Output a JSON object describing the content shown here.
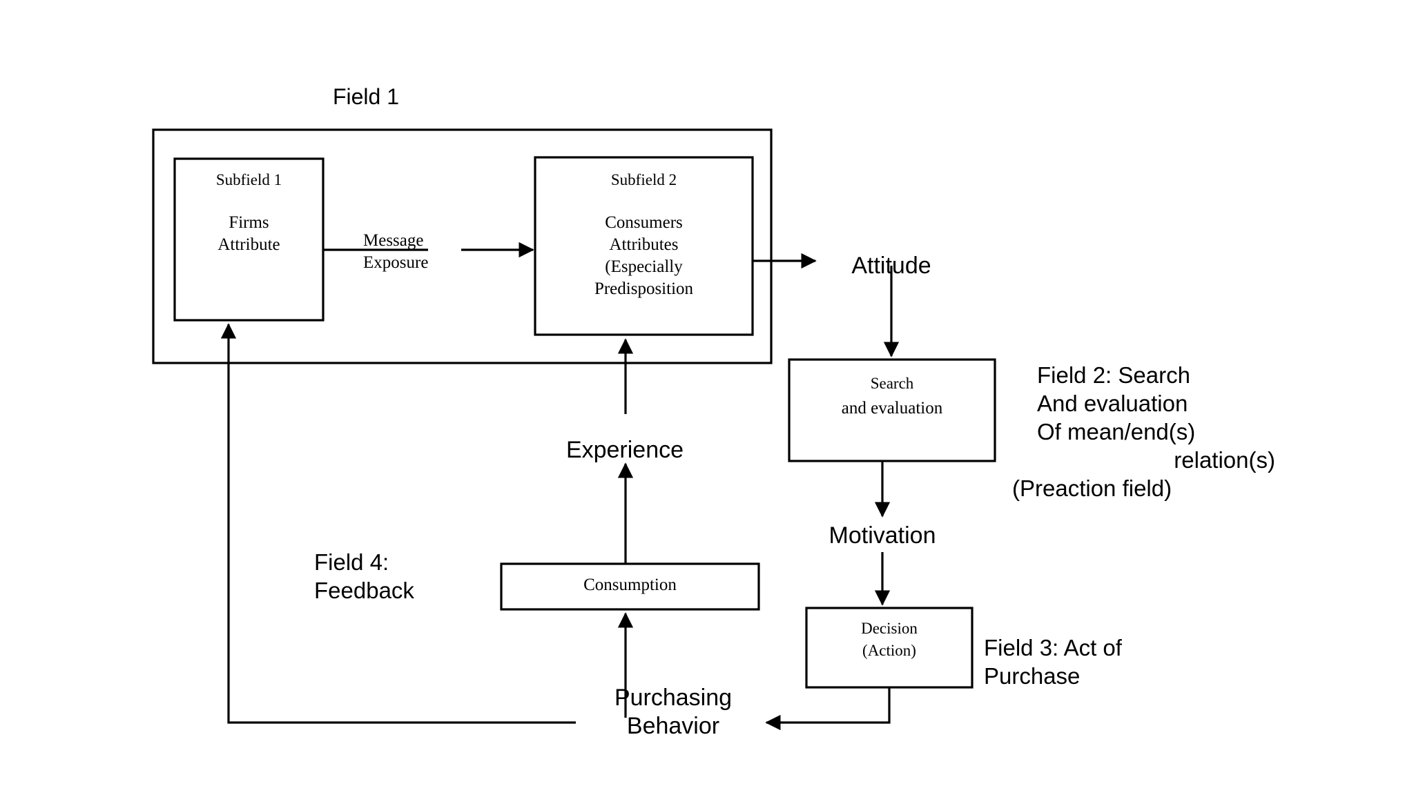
{
  "diagram": {
    "title_field1": "Field 1",
    "boxes": {
      "subfield1": {
        "heading": "Subfield 1",
        "line1": "Firms",
        "line2": "Attribute"
      },
      "subfield2": {
        "heading": "Subfield 2",
        "line1": "Consumers",
        "line2": "Attributes",
        "line3": "(Especially",
        "line4": "Predisposition"
      },
      "search": {
        "line1": "Search",
        "line2": "and evaluation"
      },
      "consumption": {
        "line1": "Consumption"
      },
      "decision": {
        "line1": "Decision",
        "line2": "(Action)"
      }
    },
    "edge_labels": {
      "message_exposure_l1": "Message",
      "message_exposure_l2": "Exposure",
      "attitude": "Attitude",
      "experience": "Experience",
      "motivation": "Motivation",
      "purchasing_l1": "Purchasing",
      "purchasing_l2": "Behavior"
    },
    "annotations": {
      "field2": {
        "l1": "Field 2: Search",
        "l2": "And evaluation",
        "l3": "Of mean/end(s)",
        "l4": "relation(s)",
        "l5": "(Preaction field)"
      },
      "field3": {
        "l1": "Field 3: Act of",
        "l2": "Purchase"
      },
      "field4": {
        "l1": "Field 4:",
        "l2": "Feedback"
      }
    },
    "colors": {
      "stroke": "#000000",
      "background": "#ffffff",
      "text": "#000000"
    }
  }
}
